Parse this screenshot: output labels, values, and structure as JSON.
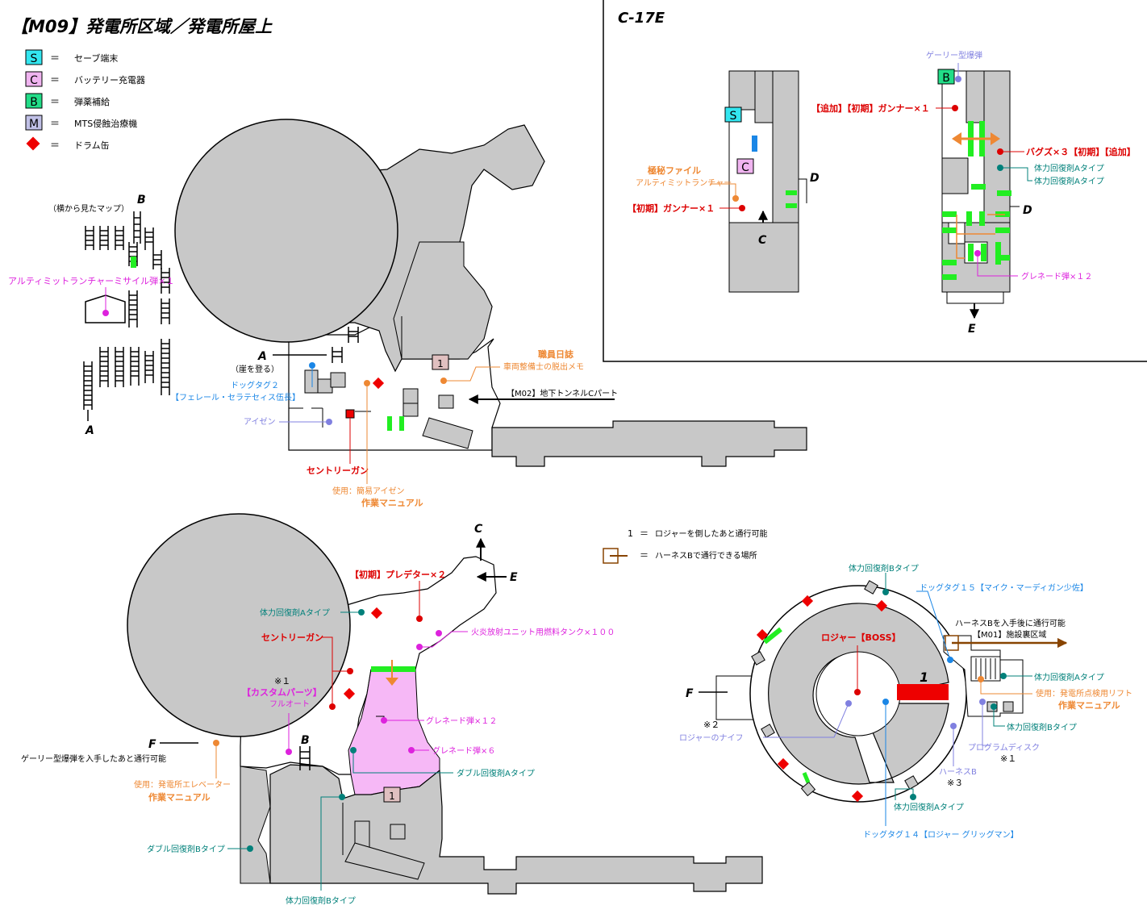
{
  "title": "【M09】発電所区域／発電所屋上",
  "inset_title": "C-17E",
  "colors": {
    "floor": "#c8c8c8",
    "wall": "#555555",
    "save": "#33e6f0",
    "charger": "#f0b4f0",
    "ammo": "#22dd88",
    "mts": "#c0c0e6",
    "drum": "#ee0000",
    "door": "#22ee22",
    "pink": "#f6b8f6",
    "enemy": "#dd0000",
    "item_orange": "#ee8833",
    "item_teal": "#00807a",
    "item_blue": "#1a86e6",
    "item_purple": "#8080e0",
    "item_magenta": "#dd22dd",
    "harness": "#884400"
  },
  "legend": {
    "items": [
      {
        "code": "S",
        "eq": "＝",
        "text": "セーブ端末"
      },
      {
        "code": "C",
        "eq": "＝",
        "text": "バッテリー充電器"
      },
      {
        "code": "B",
        "eq": "＝",
        "text": "弾薬補給"
      },
      {
        "code": "M",
        "eq": "＝",
        "text": "MTS侵蝕治療機"
      },
      {
        "code": "◆",
        "eq": "＝",
        "text": "ドラム缶"
      }
    ]
  },
  "legend2": {
    "one_code": "1",
    "eq": "＝",
    "one_text": "ロジャーを倒したあと通行可能",
    "harness_text": "ハーネスBで通行できる場所"
  },
  "side_map": {
    "caption": "（横から見たマップ）",
    "label_b": "B",
    "label_a": "A",
    "missile": "アルティミットランチャーミサイル弾×１"
  },
  "top_map": {
    "label_a": "A",
    "climb": "（崖を登る）",
    "dogtag2": "ドッグタグ２",
    "dogtag2_name": "【フェレール・セラテセィス伍長】",
    "aizen": "アイゼン",
    "sentry": "セントリーガン",
    "use_aizen": "使用：簡易アイゼン",
    "manual": "作業マニュアル",
    "staff_log": "職員日誌",
    "staff_log_sub": "車両整備士の脱出メモ",
    "tunnel": "【M02】地下トンネルCパート",
    "gate_num": "1"
  },
  "inset": {
    "save": "S",
    "charger": "C",
    "ammo": "B",
    "secret_file": "極秘ファイル",
    "ultimate": "アルティミットランチャー",
    "gunner1": "【初期】ガンナー×１",
    "gunner_add": "【追加】【初期】ガンナー×１",
    "bugs": "バグズ×３【初期】【追加】",
    "gary": "ゲーリー型爆弾",
    "hp_a1": "体力回復剤Aタイプ",
    "hp_a2": "体力回復剤Aタイプ",
    "grenade12": "グレネード弾×１２",
    "label_c": "C",
    "label_d1": "D",
    "label_d2": "D",
    "label_e": "E"
  },
  "bottom_map": {
    "label_c": "C",
    "label_e": "E",
    "label_f": "F",
    "label_b": "B",
    "predator": "【初期】プレデター×２",
    "hp_a": "体力回復剤Aタイプ",
    "sentry": "セントリーガン",
    "fuel": "火炎放射ユニット用燃料タンク×１００",
    "note1": "※１",
    "custom_parts": "【カスタムパーツ】",
    "full_auto": "フルオート",
    "grenade12": "グレネード弾×１２",
    "grenade6": "グレネード弾×６",
    "double_a": "ダブル回復剤Aタイプ",
    "gary_note": "ゲーリー型爆弾を入手したあと通行可能",
    "use_elevator": "使用：発電所エレベーター",
    "manual": "作業マニュアル",
    "double_b": "ダブル回復剤Bタイプ",
    "hp_b": "体力回復剤Bタイプ",
    "gate_num": "1"
  },
  "boss_room": {
    "hp_b_top": "体力回復剤Bタイプ",
    "dogtag15": "ドッグタグ１５【マイク・マーディガン少佐】",
    "harness_after": "ハーネスBを入手後に通行可能",
    "facility": "【M01】施設裏区域",
    "roger": "ロジャー【BOSS】",
    "hp_a_right": "体力回復剤Aタイプ",
    "use_lift": "使用：発電所点検用リフト",
    "manual": "作業マニュアル",
    "hp_b_right": "体力回復剤Bタイプ",
    "program_disk": "プログラムディスク",
    "note1": "※１",
    "label_f": "F",
    "note2": "※２",
    "roger_knife": "ロジャーのナイフ",
    "harness_b": "ハーネスB",
    "note3": "※３",
    "hp_a_bottom": "体力回復剤Aタイプ",
    "dogtag14": "ドッグタグ１４【ロジャー グリッグマン】",
    "gate_num": "1"
  }
}
